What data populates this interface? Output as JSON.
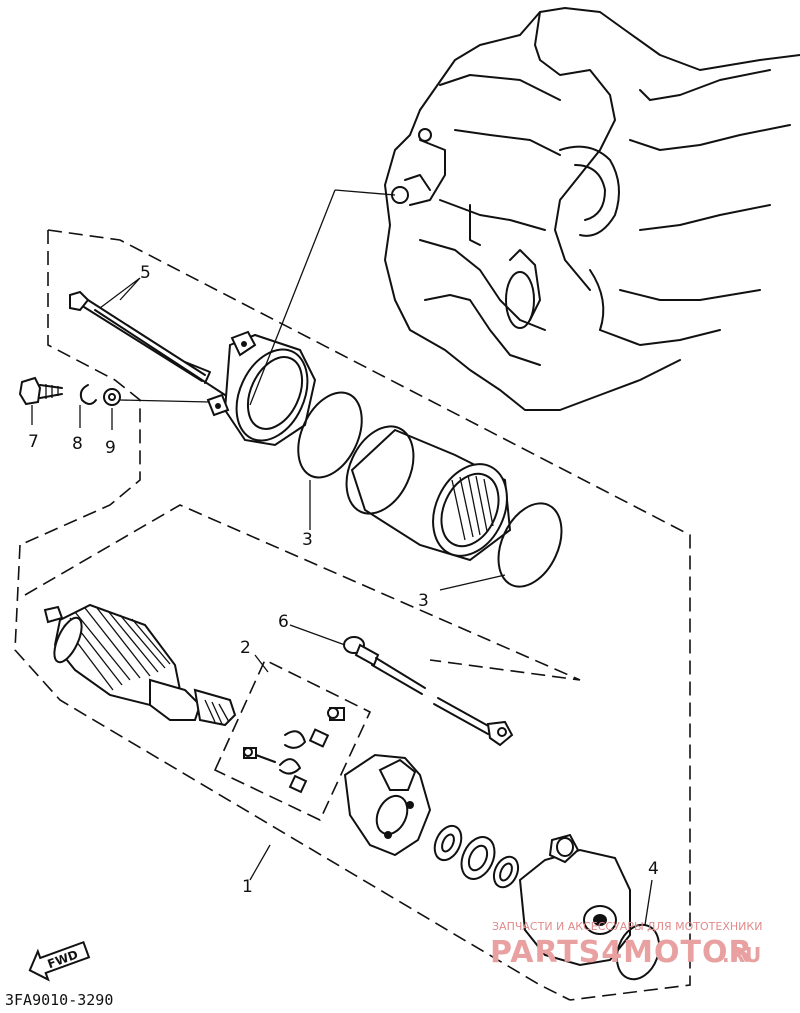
{
  "diagram": {
    "diagram_code": "3FA9010-3290",
    "fwd_label": "FWD",
    "callouts": {
      "c1": "1",
      "c2": "2",
      "c3a": "3",
      "c3b": "3",
      "c4": "4",
      "c5": "5",
      "c6": "6",
      "c7": "7",
      "c8": "8",
      "c9": "9"
    }
  },
  "watermark": {
    "tagline": "ЗАПЧАСТИ И АКСЕССУАРЫ ДЛЯ МОТОТЕХНИКИ",
    "logo": "PARTS4MOTOR",
    "domain": ".RU"
  }
}
